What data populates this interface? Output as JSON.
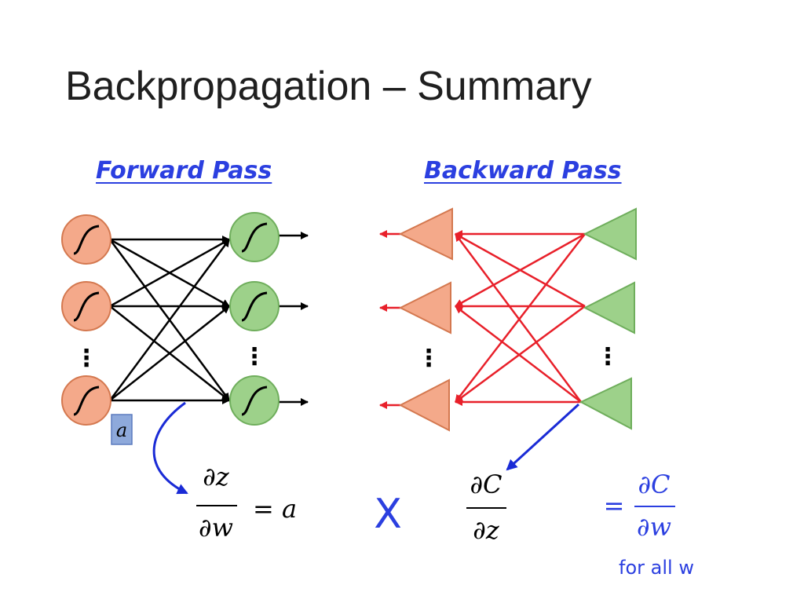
{
  "slide": {
    "title": "Backpropagation – Summary"
  },
  "forward": {
    "label": "Forward Pass",
    "activation_box": "a",
    "dots_left": "⋮",
    "dots_right": "⋮",
    "formula": {
      "numerator": "∂z",
      "denominator": "∂w",
      "rhs": "= a"
    }
  },
  "backward": {
    "label": "Backward Pass",
    "dots_left": "⋮",
    "dots_right": "⋮",
    "formula": {
      "numerator": "∂C",
      "denominator": "∂z"
    }
  },
  "times_symbol": "X",
  "result": {
    "equals": "=",
    "numerator": "∂C",
    "denominator": "∂w",
    "caption": "for all w"
  },
  "colors": {
    "title": "#1f1f1f",
    "accent_blue": "#2b3fe0",
    "orange_fill": "#f4a98a",
    "orange_stroke": "#d4784f",
    "green_fill": "#9dd18a",
    "green_stroke": "#6fae5c",
    "red_lines": "#e8202a",
    "black_lines": "#000000",
    "activation_box": "#8ea9db"
  }
}
